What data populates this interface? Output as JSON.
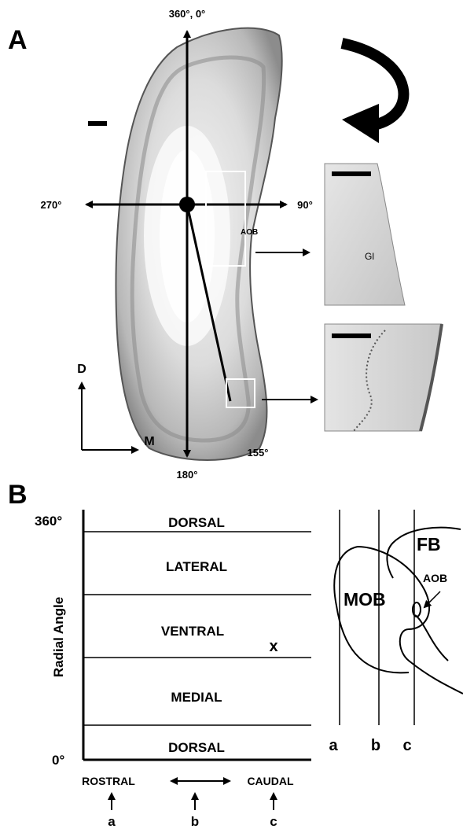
{
  "panel_a": {
    "letter": "A",
    "angles": {
      "top": "360°, 0°",
      "left": "270°",
      "right": "90°",
      "bottom": "180°",
      "oblique": "155°"
    },
    "aob_label": "AOB",
    "gl_label": "Gl",
    "orientation": {
      "dorsal": "D",
      "medial": "M"
    }
  },
  "panel_b": {
    "letter": "B",
    "y_axis_label": "Radial Angle",
    "y_top": "360°",
    "y_bottom": "0°",
    "regions": [
      "DORSAL",
      "LATERAL",
      "VENTRAL",
      "MEDIAL",
      "DORSAL"
    ],
    "marker": "x",
    "axis_left": "ROSTRAL",
    "axis_right": "CAUDAL",
    "positions": [
      "a",
      "b",
      "c"
    ],
    "schematic": {
      "fb": "FB",
      "mob": "MOB",
      "aob": "AOB",
      "lines": [
        "a",
        "b",
        "c"
      ]
    }
  }
}
